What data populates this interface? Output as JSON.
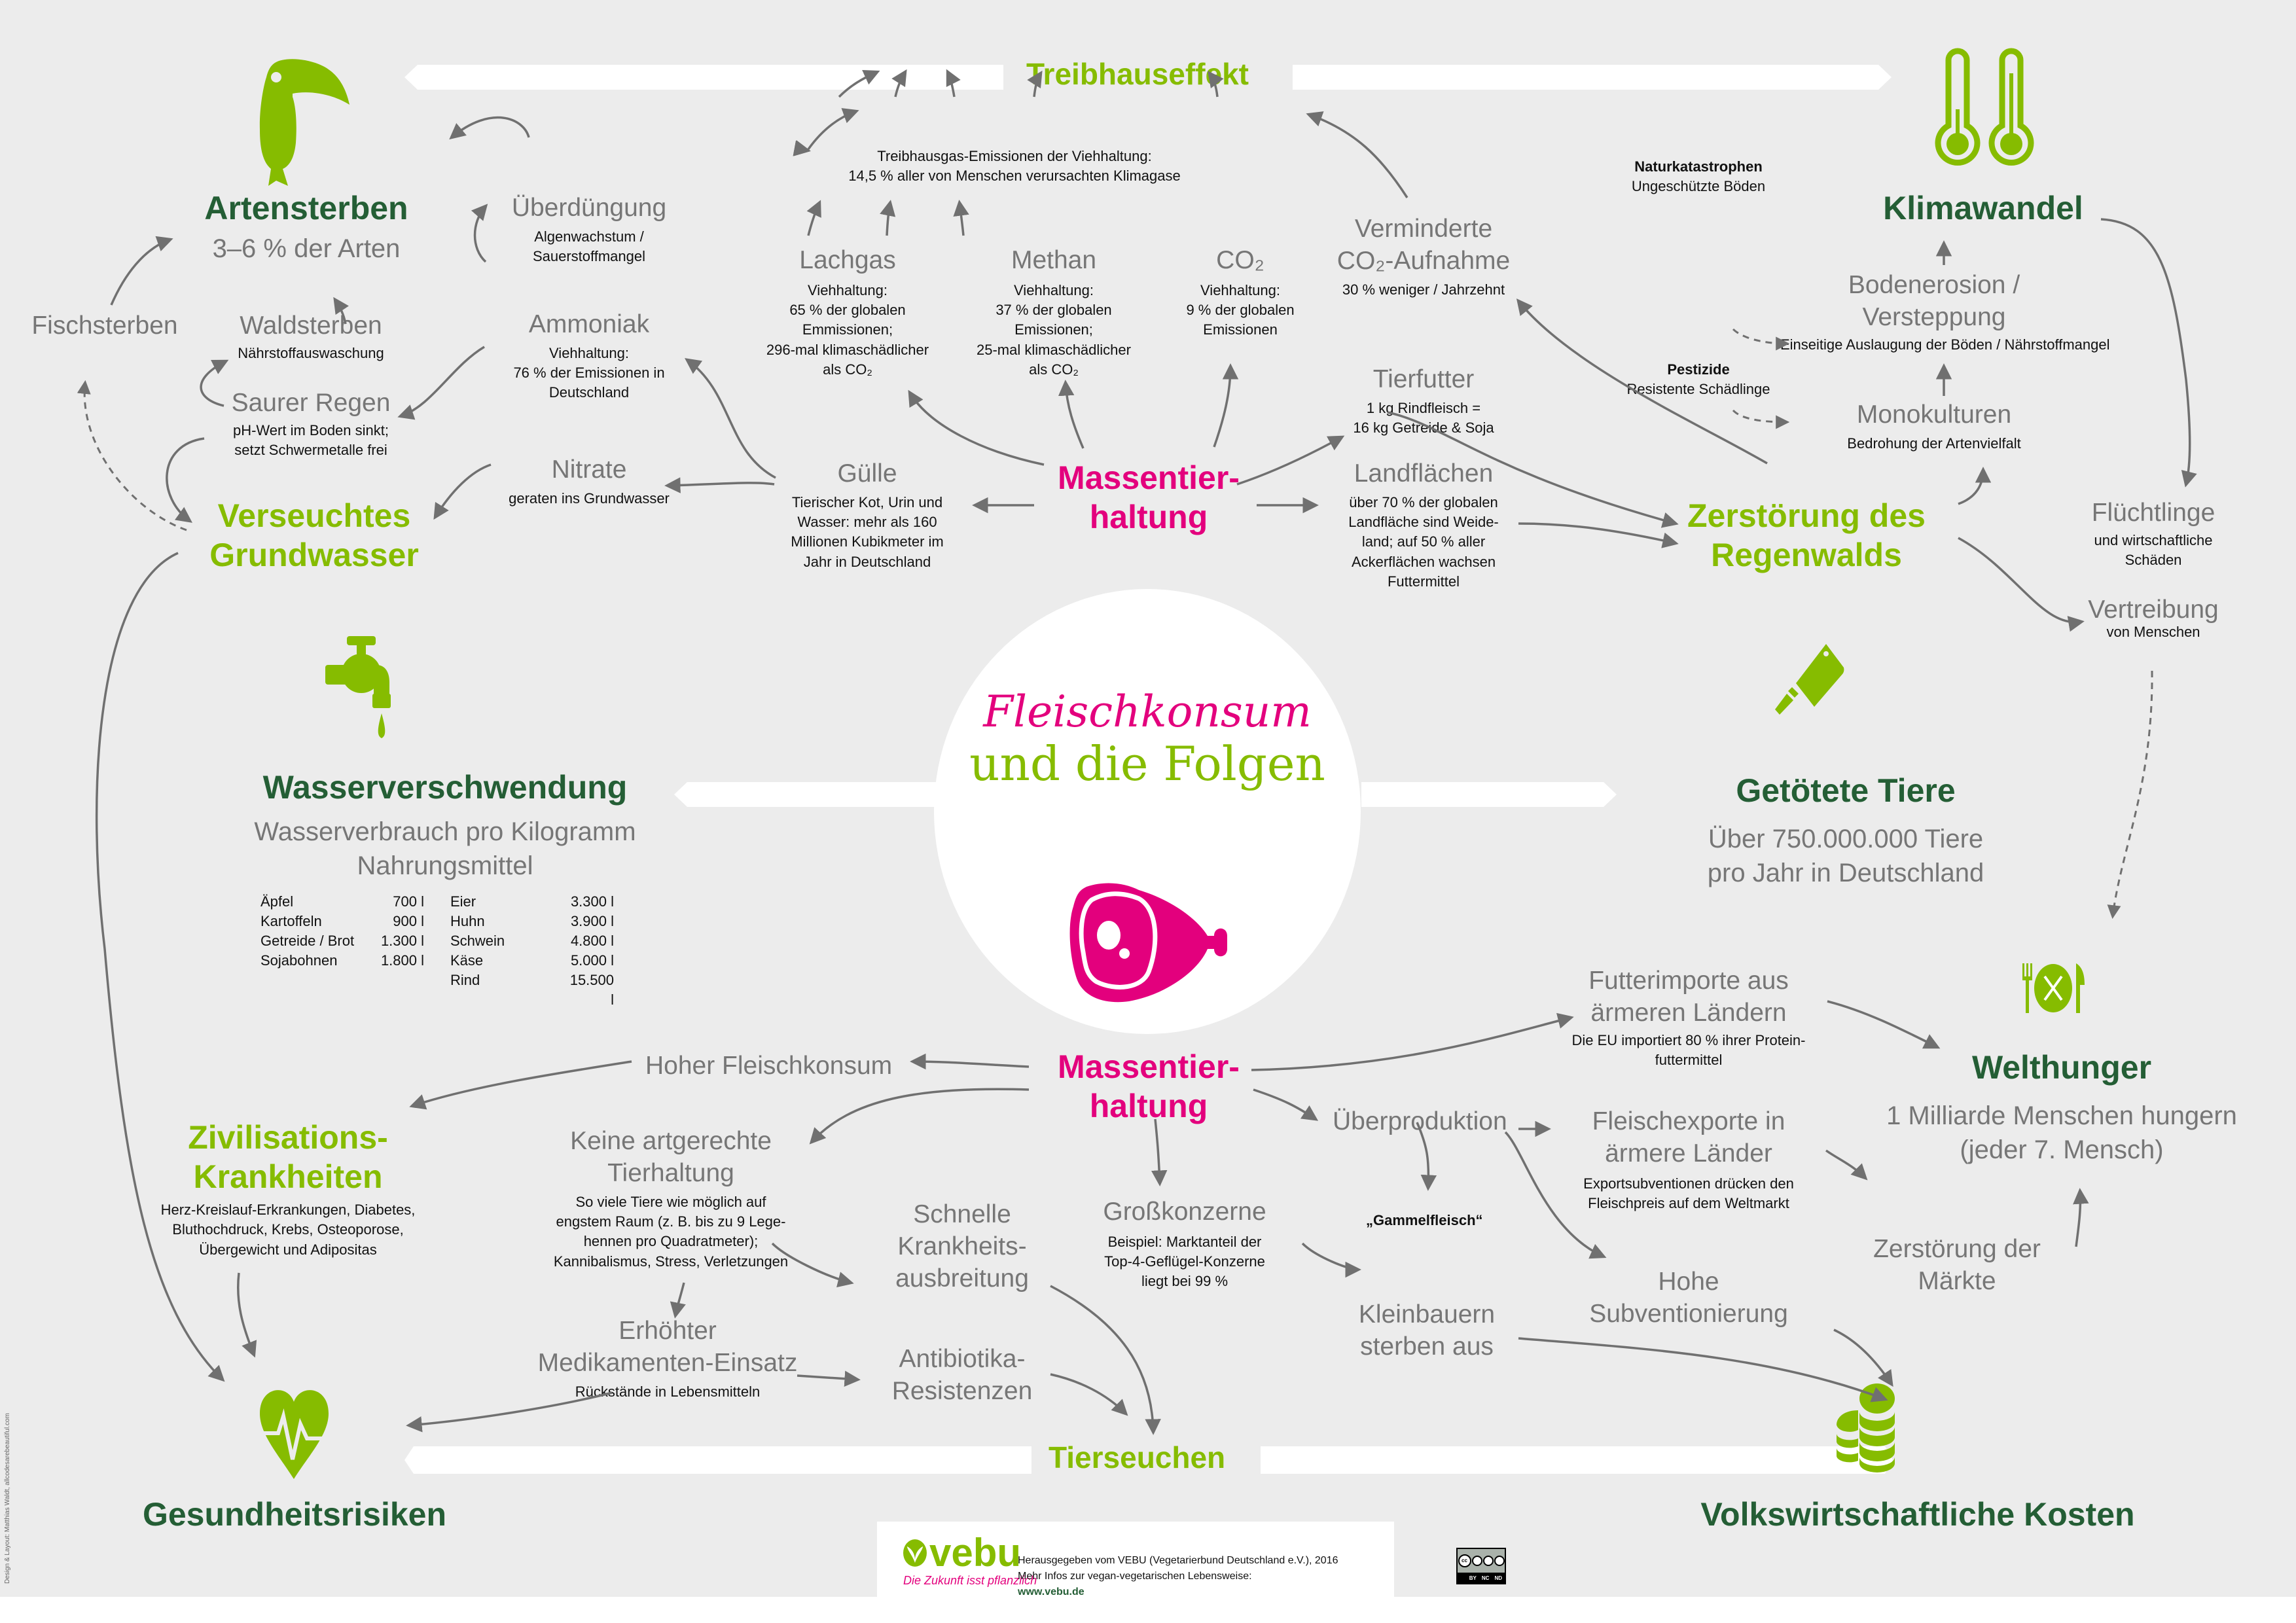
{
  "title": {
    "line1": "Fleischkonsum",
    "line2": "und die Folgen",
    "icon": "ham-icon"
  },
  "colors": {
    "dark_green": "#245e35",
    "light_green": "#86bc00",
    "magenta": "#e3007d",
    "gray_text": "#767676",
    "background": "#ececec"
  },
  "bands": {
    "top": "Treibhauseffekt",
    "bottom": "Tierseuchen"
  },
  "categories": {
    "artensterben": {
      "title": "Artensterben",
      "stat": "3–6 % der Arten",
      "icon": "toucan-icon"
    },
    "klimawandel": {
      "title": "Klimawandel",
      "icon": "thermometer-icon"
    },
    "wasser": {
      "title": "Wasserverschwendung",
      "stat_line1": "Wasserverbrauch pro Kilogramm",
      "stat_line2": "Nahrungsmittel",
      "icon": "water-tap-icon"
    },
    "getoetete": {
      "title": "Getötete Tiere",
      "stat_line1": "Über 750.000.000 Tiere",
      "stat_line2": "pro Jahr in Deutschland",
      "icon": "cleaver-icon"
    },
    "welthunger": {
      "title": "Welthunger",
      "stat_line1": "1 Milliarde Menschen hungern",
      "stat_line2": "(jeder 7. Mensch)",
      "icon": "plate-cutlery-icon"
    },
    "gesundheit": {
      "title": "Gesundheitsrisiken",
      "icon": "heart-pulse-icon"
    },
    "kosten": {
      "title": "Volkswirtschaftliche Kosten",
      "icon": "coins-icon"
    }
  },
  "water_table": {
    "left": [
      {
        "item": "Äpfel",
        "value": "700 l"
      },
      {
        "item": "Kartoffeln",
        "value": "900 l"
      },
      {
        "item": "Getreide / Brot",
        "value": "1.300 l"
      },
      {
        "item": "Sojabohnen",
        "value": "1.800 l"
      }
    ],
    "right": [
      {
        "item": "Eier",
        "value": "3.300 l"
      },
      {
        "item": "Huhn",
        "value": "3.900 l"
      },
      {
        "item": "Schwein",
        "value": "4.800 l"
      },
      {
        "item": "Käse",
        "value": "5.000 l"
      },
      {
        "item": "Rind",
        "value": "15.500 l"
      }
    ]
  },
  "top": {
    "massentierhaltung": {
      "line1": "Massentier-",
      "line2": "haltung"
    },
    "ghg_note": {
      "line1": "Treibhausgas-Emissionen der Viehhaltung:",
      "line2": "14,5 % aller von Menschen verursachten Klimagase"
    },
    "lachgas": {
      "title": "Lachgas",
      "lines": [
        "Viehhaltung:",
        "65 % der globalen",
        "Emmissionen;",
        "296-mal klimaschädlicher",
        "als CO₂"
      ]
    },
    "methan": {
      "title": "Methan",
      "lines": [
        "Viehhaltung:",
        "37 % der globalen",
        "Emissionen;",
        "25-mal klimaschädlicher",
        "als CO₂"
      ]
    },
    "co2": {
      "title": "CO₂",
      "lines": [
        "Viehhaltung:",
        "9 % der globalen",
        "Emissionen"
      ]
    },
    "co2_aufnahme": {
      "title1": "Verminderte",
      "title2": "CO₂-Aufnahme",
      "sub": "30 % weniger / Jahrzehnt"
    },
    "tierfutter": {
      "title": "Tierfutter",
      "lines": [
        "1 kg Rindfleisch =",
        "16 kg Getreide & Soja"
      ]
    },
    "landflaechen": {
      "title": "Landflächen",
      "lines": [
        "über 70 % der globalen",
        "Landfläche sind Weide-",
        "land; auf 50 % aller",
        "Ackerflächen wachsen",
        "Futtermittel"
      ]
    },
    "guelle": {
      "title": "Gülle",
      "lines": [
        "Tierischer Kot, Urin und",
        "Wasser: mehr als 160",
        "Millionen Kubikmeter im",
        "Jahr in Deutschland"
      ]
    },
    "nitrate": {
      "title": "Nitrate",
      "sub": "geraten ins Grundwasser"
    },
    "ammoniak": {
      "title": "Ammoniak",
      "lines": [
        "Viehhaltung:",
        "76 % der Emissionen in",
        "Deutschland"
      ]
    },
    "ueberduengung": {
      "title": "Überdüngung",
      "lines": [
        "Algenwachstum /",
        "Sauerstoffmangel"
      ]
    },
    "saurer_regen": {
      "title": "Saurer Regen",
      "lines": [
        "pH-Wert im Boden sinkt;",
        "setzt Schwermetalle frei"
      ]
    },
    "waldsterben": {
      "title": "Waldsterben",
      "sub": "Nährstoffauswaschung"
    },
    "fischsterben": {
      "title": "Fischsterben"
    },
    "grundwasser": {
      "line1": "Verseuchtes",
      "line2": "Grundwasser"
    },
    "regenwald": {
      "line1": "Zerstörung des",
      "line2": "Regenwalds"
    },
    "bodenerosion": {
      "title1": "Bodenerosion /",
      "title2": "Versteppung",
      "sub": "Einseitige Auslaugung der Böden / Nährstoffmangel"
    },
    "monokulturen": {
      "title": "Monokulturen",
      "sub": "Bedrohung der Artenvielfalt"
    },
    "naturkatastrophen": {
      "bold": "Naturkatastrophen",
      "sub": "Ungeschützte Böden"
    },
    "pestizide": {
      "bold": "Pestizide",
      "sub": "Resistente Schädlinge"
    },
    "fluechtlinge": {
      "title": "Flüchtlinge",
      "lines": [
        "und wirtschaftliche",
        "Schäden"
      ]
    },
    "vertreibung": {
      "title": "Vertreibung",
      "sub": "von Menschen"
    }
  },
  "bottom": {
    "massentierhaltung": {
      "line1": "Massentier-",
      "line2": "haltung"
    },
    "hoher_fleischkonsum": "Hoher Fleischkonsum",
    "zivilisation": {
      "line1": "Zivilisations-",
      "line2": "Krankheiten",
      "lines": [
        "Herz-Kreislauf-Erkrankungen, Diabetes,",
        "Bluthochdruck, Krebs, Osteoporose,",
        "Übergewicht und Adipositas"
      ]
    },
    "tierhaltung": {
      "title1": "Keine artgerechte",
      "title2": "Tierhaltung",
      "lines": [
        "So viele Tiere wie möglich auf",
        "engstem Raum (z. B. bis zu 9 Lege-",
        "hennen pro Quadratmeter);",
        "Kannibalismus, Stress, Verletzungen"
      ]
    },
    "krankheit": {
      "lines": [
        "Schnelle",
        "Krankheits-",
        "ausbreitung"
      ]
    },
    "medikamente": {
      "title1": "Erhöhter",
      "title2": "Medikamenten-Einsatz",
      "sub": "Rückstände in Lebensmitteln"
    },
    "antibiotika": {
      "lines": [
        "Antibiotika-",
        "Resistenzen"
      ]
    },
    "grosskonzerne": {
      "title": "Großkonzerne",
      "lines": [
        "Beispiel: Marktanteil der",
        "Top-4-Geflügel-Konzerne",
        "liegt bei 99 %"
      ]
    },
    "ueberproduktion": "Überproduktion",
    "gammelfleisch": "„Gammelfleisch“",
    "kleinbauern": {
      "lines": [
        "Kleinbauern",
        "sterben aus"
      ]
    },
    "futterimporte": {
      "title1": "Futterimporte aus",
      "title2": "ärmeren Ländern",
      "lines": [
        "Die EU importiert 80 % ihrer Protein-",
        "futtermittel"
      ]
    },
    "fleischexporte": {
      "title1": "Fleischexporte in",
      "title2": "ärmere Länder",
      "lines": [
        "Exportsubventionen drücken den",
        "Fleischpreis auf dem Weltmarkt"
      ]
    },
    "subventionierung": {
      "lines": [
        "Hohe",
        "Subventionierung"
      ]
    },
    "maerkte": {
      "lines": [
        "Zerstörung der",
        "Märkte"
      ]
    }
  },
  "footer": {
    "logo_text": "vebu",
    "tagline": "Die Zukunft isst pflanzlich",
    "publisher": "Herausgegeben vom VEBU (Vegetarierbund Deutschland e.V.), 2016",
    "info": "Mehr Infos zur vegan-vegetarischen Lebensweise:",
    "url": "www.vebu.de",
    "license": {
      "cc": "cc",
      "by": "BY",
      "nc": "NC",
      "nd": "ND"
    },
    "credit": "Design & Layout: Matthias Waldt, allcodesarebeautiful.com"
  }
}
